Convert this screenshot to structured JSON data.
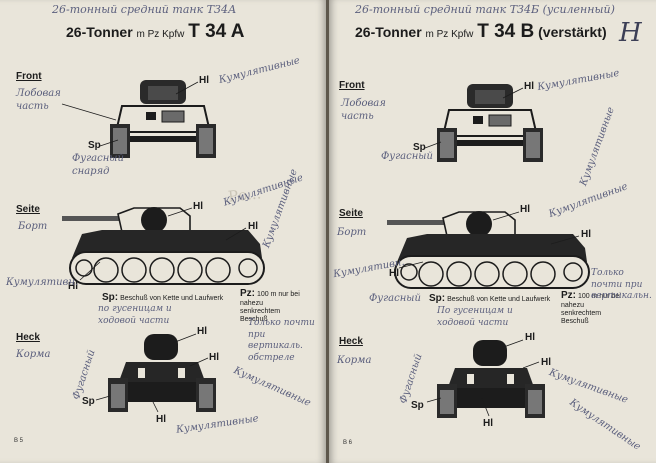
{
  "pageA": {
    "handwritten_title": "26-тонный средний танк Т34А",
    "title_prefix": "26-Tonner",
    "title_mid": "m Pz Kpfw",
    "title_model": "T 34 A",
    "front_label": "Front",
    "front_note": "Лобовая часть",
    "front_hl": "Hl",
    "front_sp": "Sp",
    "front_hw_cumul": "Кумулятивные",
    "front_hw_frag": "Фугасный снаряд",
    "side_label": "Seite",
    "side_note": "Борт",
    "side_hl1": "Hl",
    "side_hl2": "Hl",
    "side_hl3": "Hl",
    "side_hw_cumul": "Кумулятивные",
    "side_hw_cumul2": "Кумулятивные",
    "side_hw_left": "Кумулятивн.",
    "sp_text_label": "Sp:",
    "sp_text": "Beschuß von Kette und Laufwerk",
    "pz_label": "Pz:",
    "pz_text": "100 m nur bei nahezu senkrechtem Beschuß",
    "hw_chassis": "по гусеницам и ходовой части",
    "hw_perp": "Только почти при вертикаль. обстреле",
    "rear_label": "Heck",
    "rear_note": "Корма",
    "rear_hl1": "Hl",
    "rear_hl2": "Hl",
    "rear_hl3": "Hl",
    "rear_sp": "Sp",
    "rear_hw_cumul": "Кумулятивные",
    "rear_hw_cumul2": "Кумулятивные",
    "rear_hw_frag": "Фугасный",
    "page_number": "B 5"
  },
  "pageB": {
    "handwritten_title": "26-тонный средний танк Т34Б (усиленный)",
    "title_prefix": "26-Tonner",
    "title_mid": "m Pz Kpfw",
    "title_model": "T 34 B",
    "title_suffix": "(verstärkt)",
    "signature": "Н",
    "front_label": "Front",
    "front_note": "Лобовая часть",
    "front_hl": "Hl",
    "front_sp": "Sp",
    "front_hw_cumul": "Кумулятивные",
    "front_hw_frag": "Фугасный",
    "side_label": "Seite",
    "side_note": "Борт",
    "side_hl1": "Hl",
    "side_hl2": "Hl",
    "side_hl3": "Hl",
    "side_hw_cumul": "Кумулятивные",
    "side_hw_cumul2": "Кумулятивные",
    "side_hw_left": "Кумулятивн.",
    "side_hw_frag": "Фугасный",
    "sp_text_label": "Sp:",
    "sp_text": "Beschuß von Kette und Laufwerk",
    "pz_label": "Pz:",
    "pz_text": "100 m nur bei nahezu senkrechtem Beschuß",
    "hw_chassis": "По гусеницам и ходовой части",
    "hw_perp": "Только почти при вертикальн.",
    "rear_label": "Heck",
    "rear_note": "Корма",
    "rear_hl1": "Hl",
    "rear_hl2": "Hl",
    "rear_hl3": "Hl",
    "rear_sp": "Sp",
    "rear_hw_cumul": "Кумулятивные",
    "rear_hw_frag": "Фугасный",
    "rear_hw_cumul2": "Кумулятивные",
    "page_number": "B 6"
  }
}
